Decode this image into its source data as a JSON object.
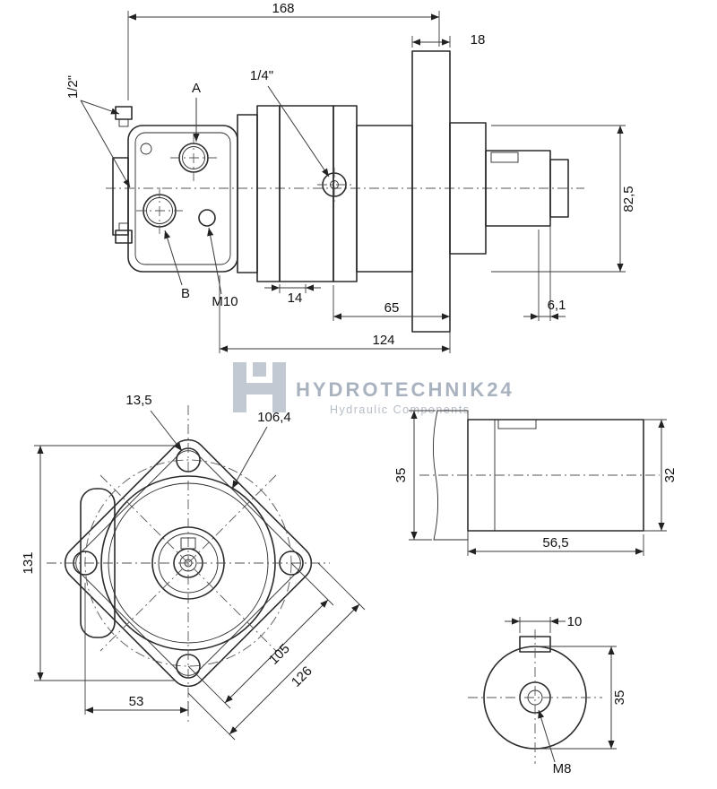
{
  "drawing": {
    "side_view": {
      "dim_168": "168",
      "dim_18": "18",
      "dim_82_5": "82,5",
      "dim_14": "14",
      "dim_65": "65",
      "dim_6_1": "6,1",
      "dim_124": "124",
      "label_half_inch": "1/2\"",
      "label_quarter_inch": "1/4\"",
      "label_a": "A",
      "label_b": "B",
      "label_m10": "M10"
    },
    "front_view": {
      "dim_13_5": "13,5",
      "dim_106_4": "106,4",
      "dim_131": "131",
      "dim_53": "53",
      "dim_105": "105",
      "dim_126": "126"
    },
    "shaft_view": {
      "dim_35": "35",
      "dim_32": "32",
      "dim_56_5": "56,5"
    },
    "shaft_end_view": {
      "dim_10": "10",
      "dim_35": "35",
      "dim_m8": "M8"
    }
  },
  "watermark": {
    "brand": "HYDROTECHNIK24",
    "tagline": "Hydraulic Components",
    "color": "#a9b2bf"
  },
  "colors": {
    "line": "#2b2b2b",
    "dimension": "#3a3a3a",
    "background": "#ffffff"
  }
}
